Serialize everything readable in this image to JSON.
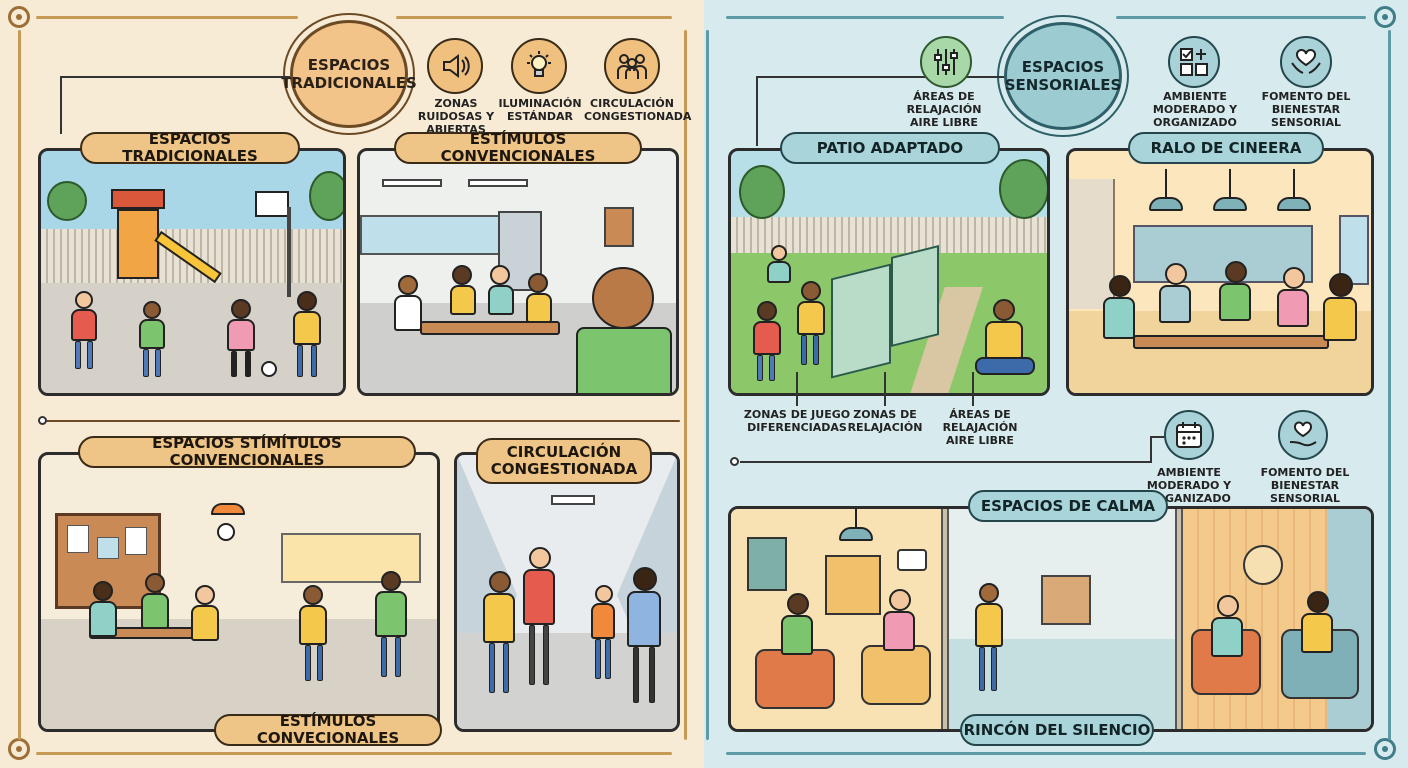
{
  "left": {
    "badge": "ESPACIOS TRADICIONALES",
    "icons": [
      {
        "name": "speaker-icon",
        "label": "ZONAS RUIDOSAS Y ABIERTAS"
      },
      {
        "name": "lightbulb-icon",
        "label": "ILUMINACIÓN ESTÁNDAR"
      },
      {
        "name": "crowd-icon",
        "label": "CIRCULACIÓN CONGESTIONADA"
      }
    ],
    "panels": {
      "playground": "ESPACIOS TRADICIONALES",
      "cafeteria": "ESTÍMULOS CONVENCIONALES",
      "lunchroom": "ESPACIOS STÍMÍTULOS CONVENCIONALES",
      "lunchroom_footer": "ESTÍMULOS CONVECIONALES",
      "hallway": "CIRCULACIÓN CONGESTIONADA"
    }
  },
  "right": {
    "badge": "ESPACIOS SENSORIALES",
    "icons_top": [
      {
        "name": "sliders-icon",
        "label": "ÁREAS DE RELAJACIÓN AIRE LIBRE"
      },
      {
        "name": "organized-icon",
        "label": "AMBIENTE MODERADO Y ORGANIZADO"
      },
      {
        "name": "heart-hands-icon",
        "label": "FOMENTO DEL BIENESTAR SENSORIAL"
      }
    ],
    "icons_mid": [
      {
        "name": "calendar-icon",
        "label": "AMBIENTE MODERADO Y ORGANIZADO"
      },
      {
        "name": "heart-hand-icon",
        "label": "FOMENTO DEL BIENESTAR SENSORIAL"
      }
    ],
    "panels": {
      "patio": "PATIO ADAPTADO",
      "dining": "RALO DE CINEERA",
      "calm": "ESPACIOS DE CALMA",
      "calm_footer": "RINCÓN DEL SILENCIO"
    },
    "patio_labels": [
      "ZONAS DE JUEGO DIFERENCIADAS",
      "ZONAS DE RELAJACIÓN",
      "ÁREAS DE RELAJACIÓN AIRE LIBRE"
    ]
  },
  "colors": {
    "left_bg": "#f7ebd6",
    "right_bg": "#d7ebee",
    "left_accent": "#efc487",
    "right_accent": "#a9d4d9"
  }
}
